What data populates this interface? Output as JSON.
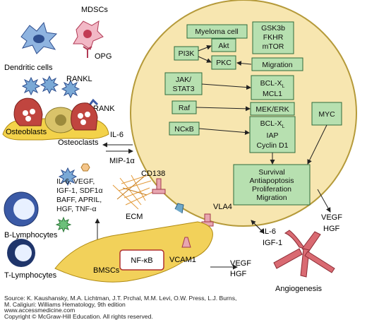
{
  "figure": {
    "cell_labels": {
      "mdscs": "MDSCs",
      "dendritic_cells": "Dendritic cells",
      "opg": "OPG",
      "rankl": "RANKL",
      "rank": "RANK",
      "osteoblasts": "Osteoblasts",
      "osteoclasts": "Osteoclasts",
      "b_lymphocytes": "B-Lymphocytes",
      "t_lymphocytes": "T-Lymphocytes",
      "bmscs": "BMSCs",
      "nfkb_bmsc": "NF-κB",
      "ecm": "ECM",
      "cd138": "CD138",
      "vla4": "VLA4",
      "vcam1": "VCAM1",
      "angiogenesis": "Angiogenesis"
    },
    "myeloma_boxes": {
      "myeloma_cell": "Myeloma cell",
      "gsk": "GSK3b",
      "fkhr": "FKHR",
      "mtor": "mTOR",
      "pi3k": "PI3K",
      "akt": "Akt",
      "pkc": "PKC",
      "migration": "Migration",
      "jak": "JAK/",
      "stat3": "STAT3",
      "bclxl": "BCL-X",
      "bclxl_sub": "L",
      "mcl1": "MCL1",
      "raf": "Raf",
      "mek": "MEK/ERK",
      "myc": "MYC",
      "nfkb": "NCκB",
      "bclxl2": "BCL-X",
      "bclxl2_sub": "L",
      "iap": "IAP",
      "cyclin": "Cyclin D1",
      "survival": "Survival",
      "antiapoptosis": "Antiapoptosis",
      "proliferation": "Proliferation",
      "migration2": "Migration"
    },
    "arrow_labels": {
      "il6": "IL-6",
      "mip": "MIP-1α",
      "vegf_right": "VEGF",
      "hgf_right": "HGF",
      "il6_lower": "IL-6",
      "igf1": "IGF-1",
      "vegf_bottom": "VEGF",
      "hgf_bottom": "HGF"
    },
    "cytokines": [
      "IL-6, VEGF,",
      "IGF-1, SDF1α",
      "BAFF, APRIL,",
      "HGF, TNF-α"
    ]
  },
  "source_lines": [
    "Source: K. Kaushansky, M.A. Lichtman, J.T. Prchal, M.M. Levi, O.W. Press, L.J. Burns,",
    "M. Caligiuri: Williams Hematology, 9th edition",
    "www.accessmedicine.com",
    "Copyright © McGraw-Hill Education.  All rights reserved."
  ],
  "colors": {
    "myeloma_fill": "#f7e6b0",
    "box_fill": "#b7e0b0",
    "osteo_fill": "#f3d24a",
    "osteo_nucleus": "#c0453f",
    "bmsc_fill": "#f2d15a",
    "angio_fill": "#d96a72",
    "cell_blue": "#3b5aa6"
  }
}
